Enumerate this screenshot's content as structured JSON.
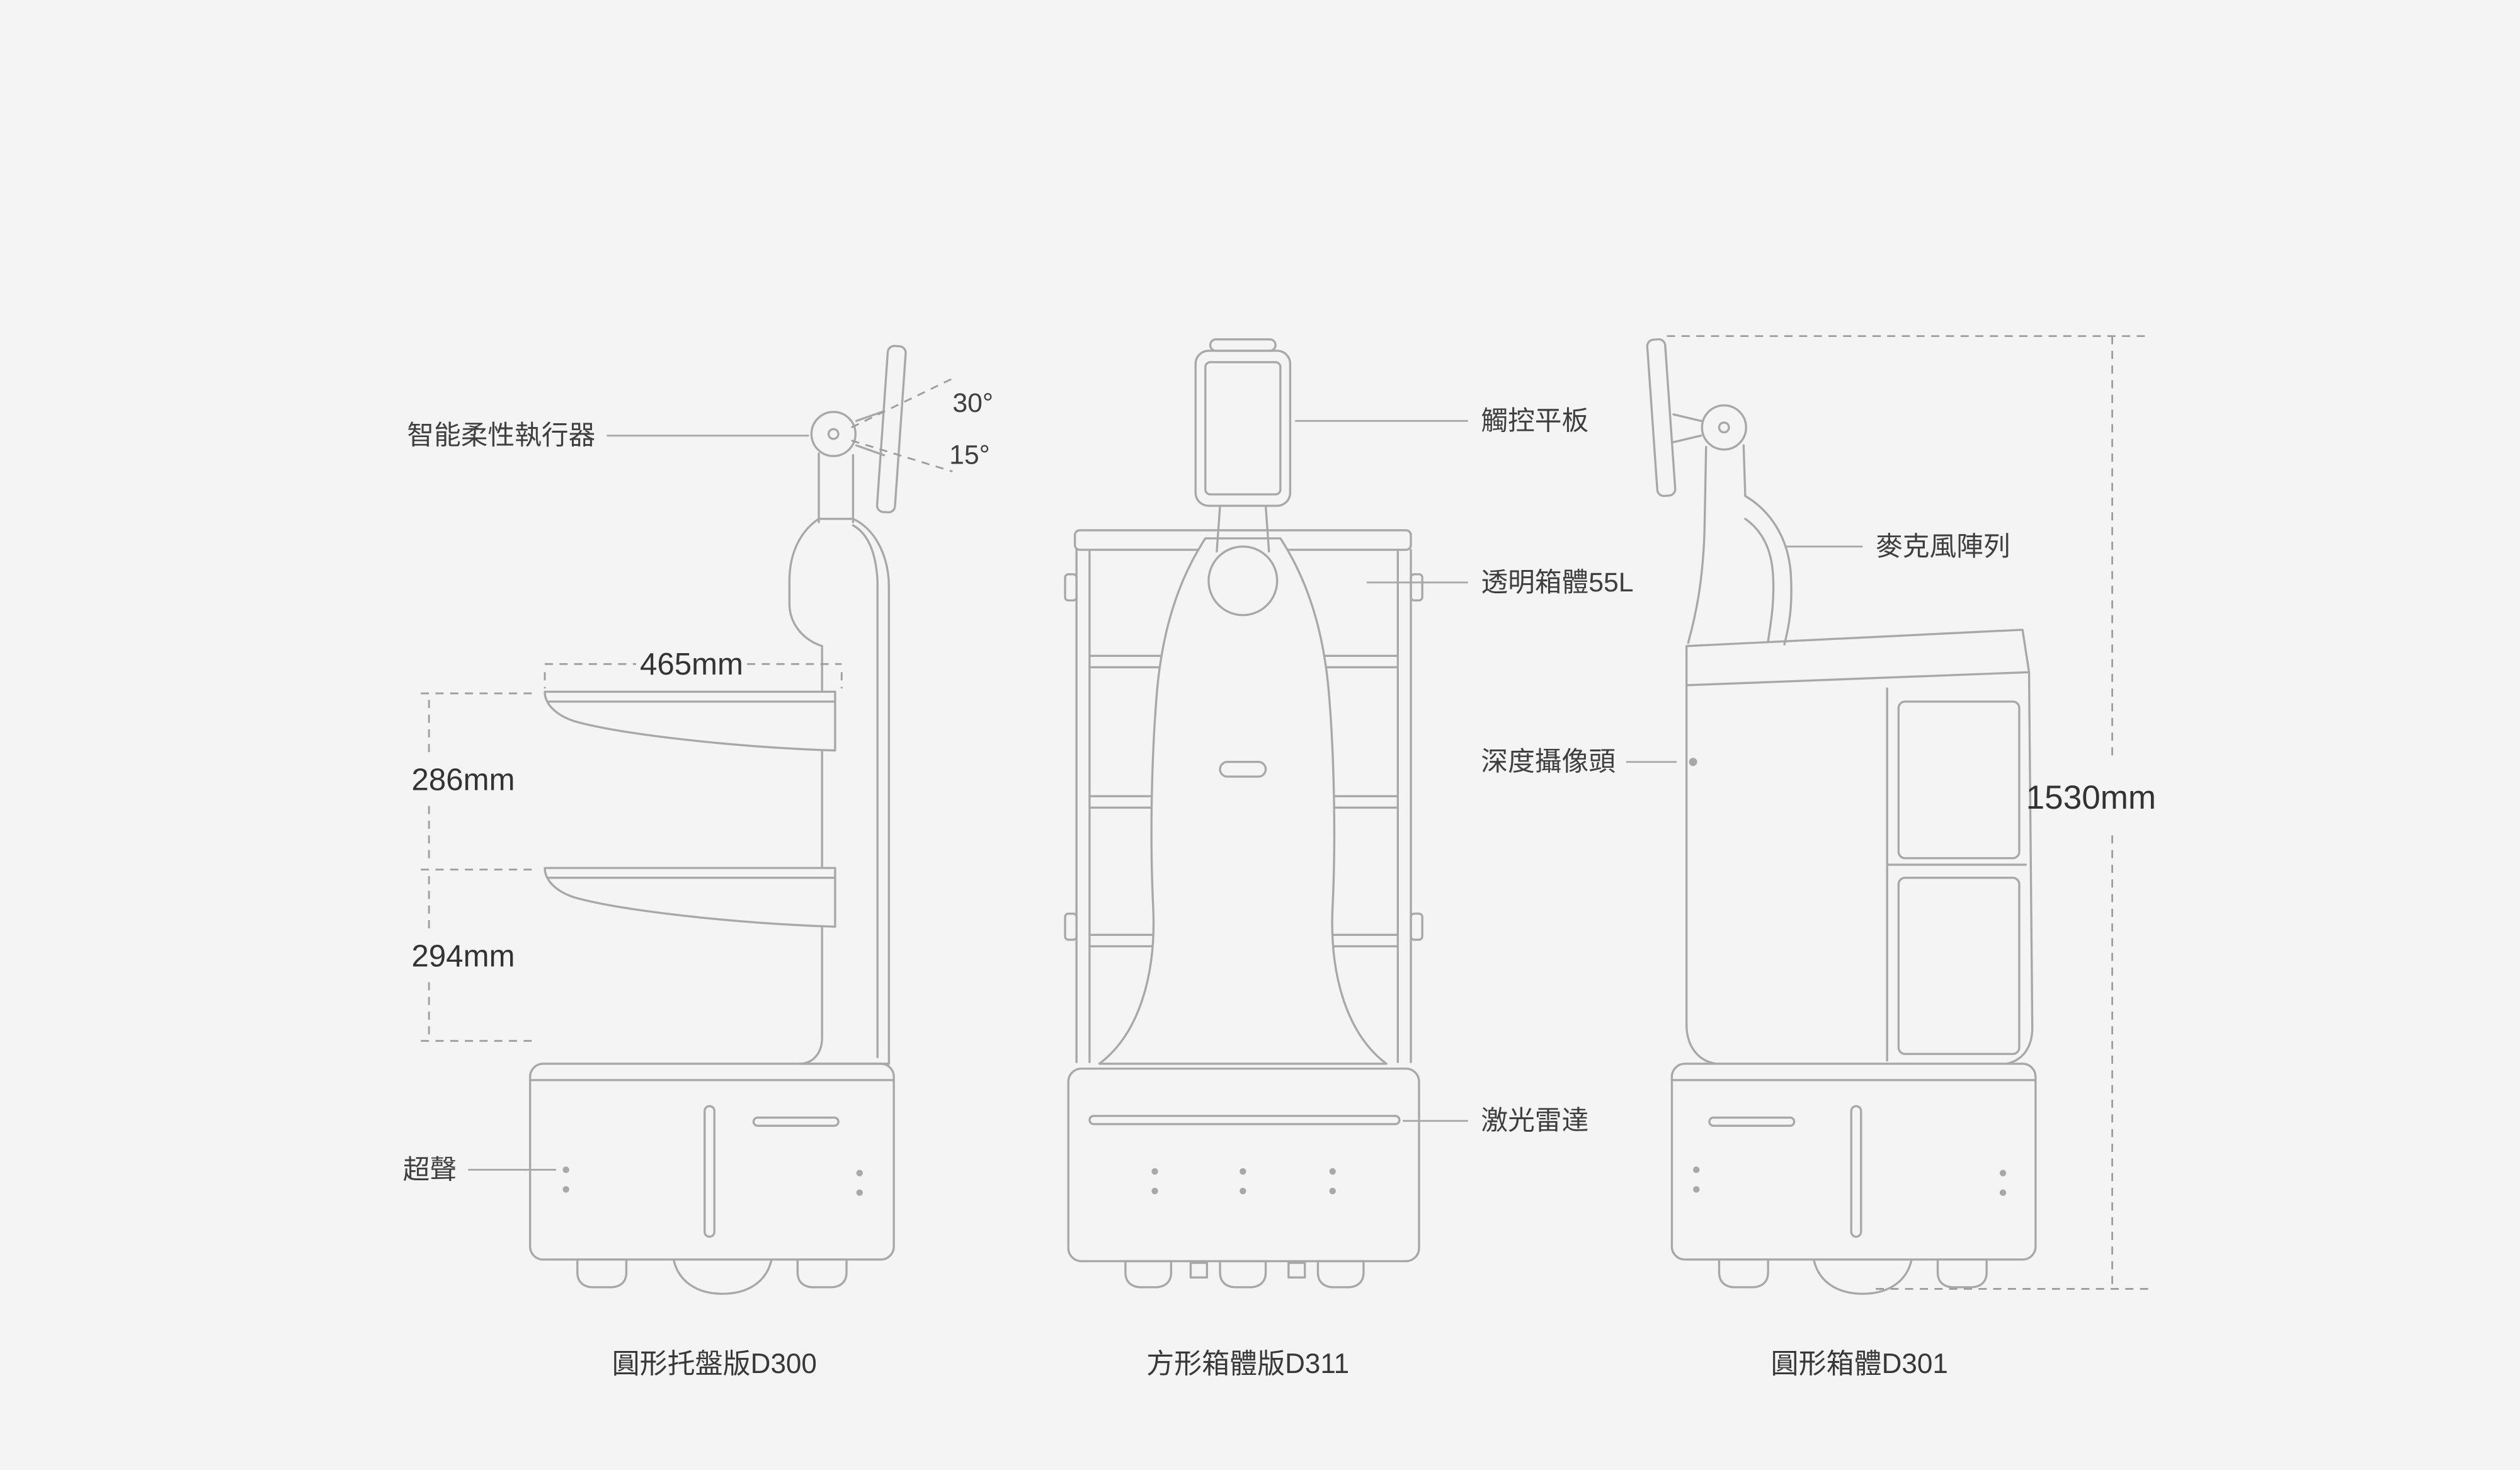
{
  "canvas": {
    "bg": "#f4f4f5",
    "line": "#a8a8a8",
    "text": "#3f3f3f"
  },
  "left": {
    "caption": "圓形托盤版D300",
    "labels": {
      "actuator": "智能柔性執行器",
      "angle_up": "30°",
      "angle_down": "15°",
      "ultrasonic": "超聲"
    },
    "dims": {
      "tray_width": "465mm",
      "upper_gap": "286mm",
      "lower_gap": "294mm"
    }
  },
  "middle": {
    "caption": "方形箱體版D311",
    "labels": {
      "tablet": "觸控平板",
      "cabinet": "透明箱體55L",
      "depth_camera": "深度攝像頭",
      "lidar": "激光雷達"
    }
  },
  "right": {
    "caption": "圓形箱體D301",
    "labels": {
      "microphone": "麥克風陣列"
    },
    "dims": {
      "height": "1530mm"
    }
  }
}
